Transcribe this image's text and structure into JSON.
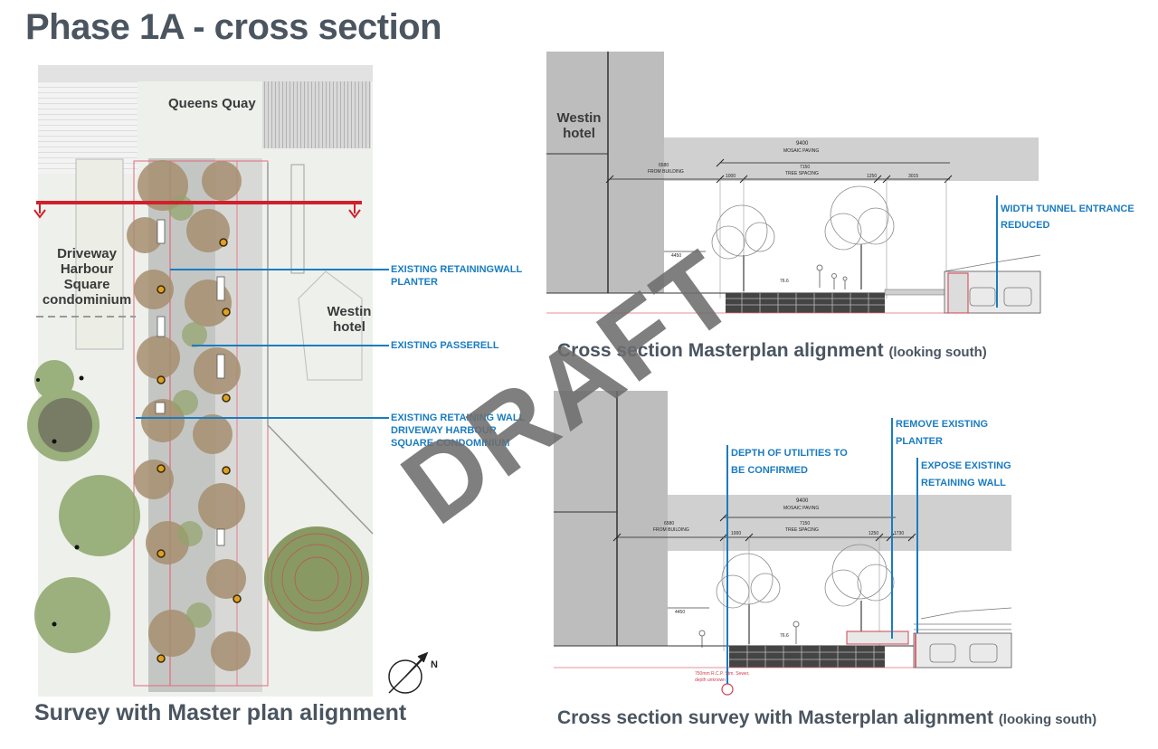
{
  "page": {
    "title": "Phase 1A - cross section"
  },
  "plan": {
    "caption": "Survey with Master plan alignment",
    "labels": {
      "queens_quay": "Queens Quay",
      "driveway": "Driveway Harbour Square condominium",
      "westin": "Westin hotel"
    },
    "callouts": [
      "EXISTING RETAININGWALL PLANTER",
      "EXISTING PASSERELL",
      "EXISTING RETAINING WALL DRIVEWAY HARBOUR SQUARE CONDOMINIUM"
    ]
  },
  "section_top": {
    "caption": "Cross section Masterplan alignment",
    "caption_note": "(looking south)",
    "building_label": "Westin hotel",
    "callouts": [
      "WIDTH TUNNEL ENTRANCE REDUCED"
    ],
    "dims": {
      "total": "9400",
      "paving": "MOSAIC PAVING",
      "from_building_value": "6580",
      "from_building": "FROM BUILDING",
      "tree_spacing_value": "7150",
      "tree_spacing": "TREE SPACING",
      "d1": "1000",
      "d2": "1250",
      "d3": "3015",
      "height": "4450",
      "elev": "76.6"
    }
  },
  "section_bottom": {
    "caption": "Cross section survey with Masterplan alignment",
    "caption_note": "(looking south)",
    "callouts": [
      "DEPTH OF UTILITIES TO BE CONFIRMED",
      "REMOVE EXISTING PLANTER",
      "EXPOSE EXISTING RETAINING WALL"
    ],
    "dims": {
      "total": "9400",
      "paving": "MOSAIC PAVING",
      "from_building_value": "6580",
      "from_building": "FROM BUILDING",
      "tree_spacing_value": "7150",
      "tree_spacing": "TREE SPACING",
      "d1": "1000",
      "d2": "1250",
      "d3": "1730",
      "height": "4450",
      "elev": "76.6",
      "sewer_note": "750mm R.C.P. Stm. Sewer, depth unknown"
    },
    "north_label": "N"
  },
  "watermark": "DRAFT"
}
